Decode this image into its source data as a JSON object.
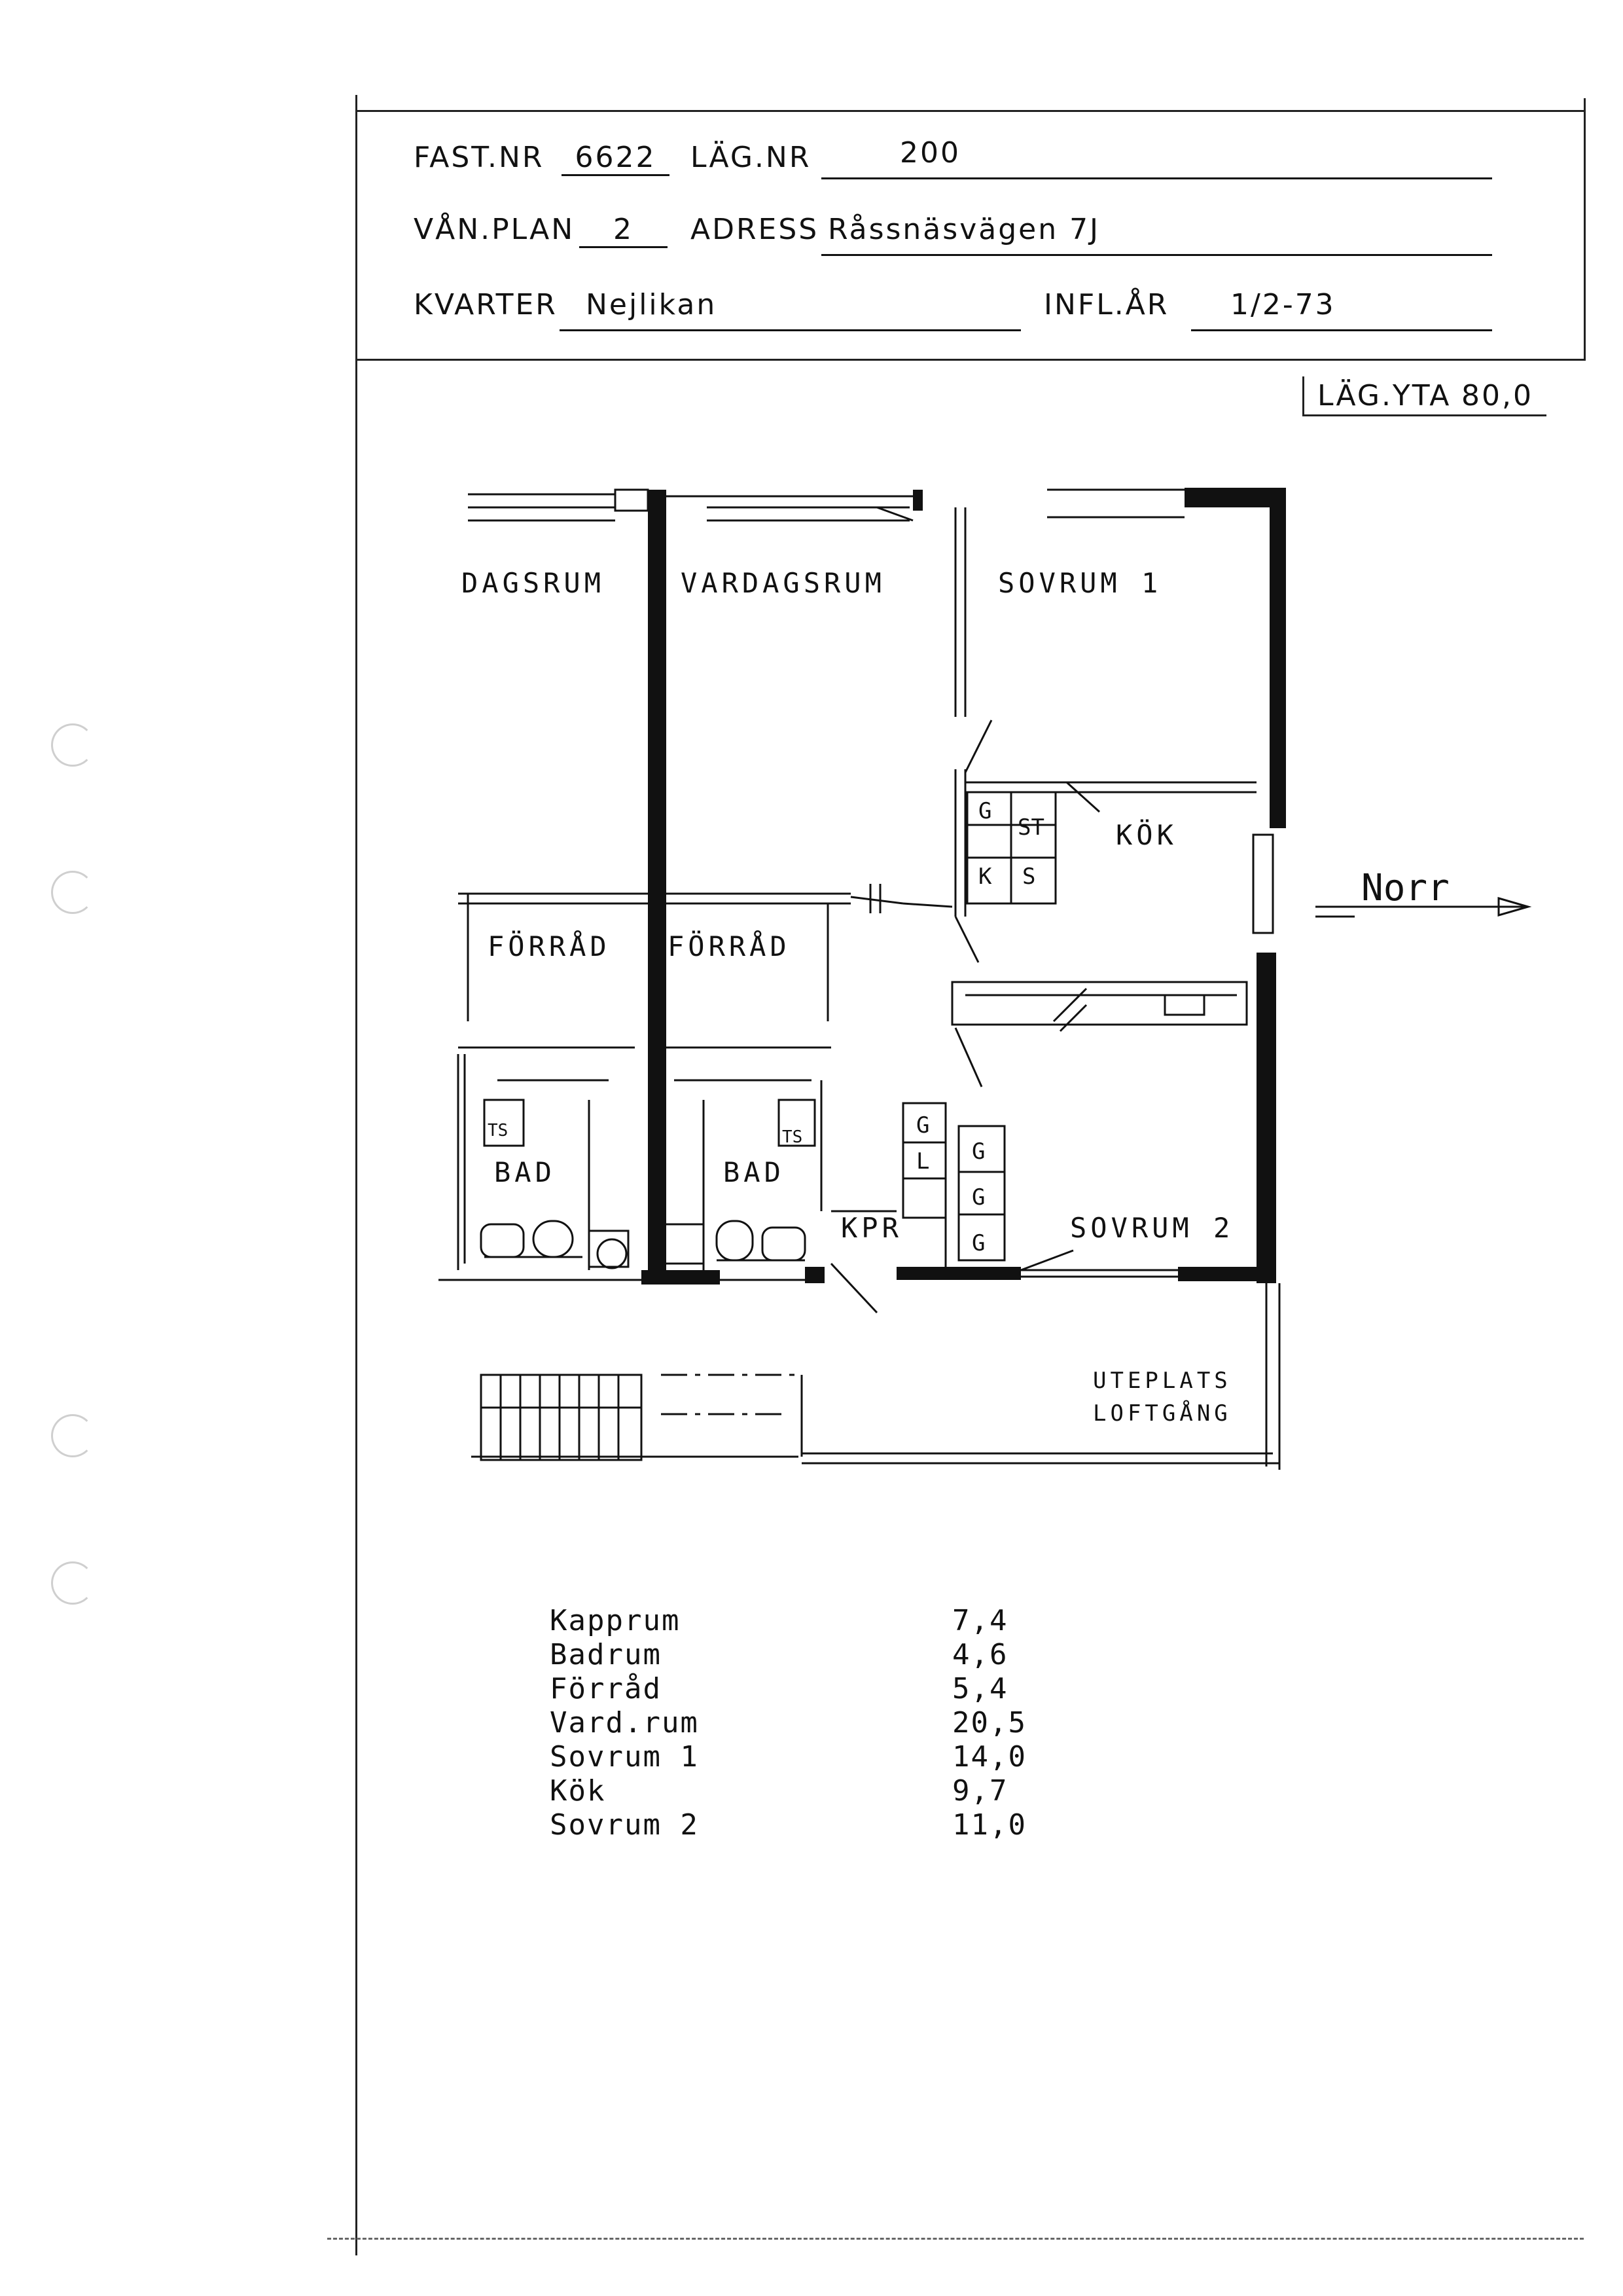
{
  "header": {
    "fast_nr_label": "FAST.NR",
    "fast_nr_value": "6622",
    "lag_nr_label": "LÄG.NR",
    "lag_nr_value": "200",
    "van_plan_label": "VÅN.PLAN",
    "van_plan_value": "2",
    "adress_label": "ADRESS",
    "adress_value": "Råssnäsvägen 7J",
    "kvarter_label": "KVARTER",
    "kvarter_value": "Nejlikan",
    "infl_ar_label": "INFL.ÅR",
    "infl_ar_value": "1/2-73"
  },
  "lag_yta": {
    "label": "LÄG.YTA",
    "value": "80,0"
  },
  "plan": {
    "rooms": {
      "dagsrum": "DAGSRUM",
      "vardagsrum": "VARDAGSRUM",
      "sovrum1": "SOVRUM 1",
      "kok": "KÖK",
      "forrad_left": "FÖRRÅD",
      "forrad_right": "FÖRRÅD",
      "bad_left": "BAD",
      "bad_right": "BAD",
      "kpr": "KPR",
      "sovrum2": "SOVRUM 2",
      "uteplats": "UTEPLATS",
      "loftgang": "LOFTGÅNG"
    },
    "fixtures": {
      "g": "G",
      "st": "ST",
      "k": "K",
      "s": "S",
      "l": "L",
      "ts": "TS"
    },
    "north": "Norr"
  },
  "areas": [
    {
      "name": "Kapprum",
      "value": "7,4"
    },
    {
      "name": "Badrum",
      "value": "4,6"
    },
    {
      "name": "Förråd",
      "value": "5,4"
    },
    {
      "name": "Vard.rum",
      "value": "20,5"
    },
    {
      "name": "Sovrum 1",
      "value": "14,0"
    },
    {
      "name": "Kök",
      "value": "9,7"
    },
    {
      "name": "Sovrum 2",
      "value": "11,0"
    }
  ]
}
